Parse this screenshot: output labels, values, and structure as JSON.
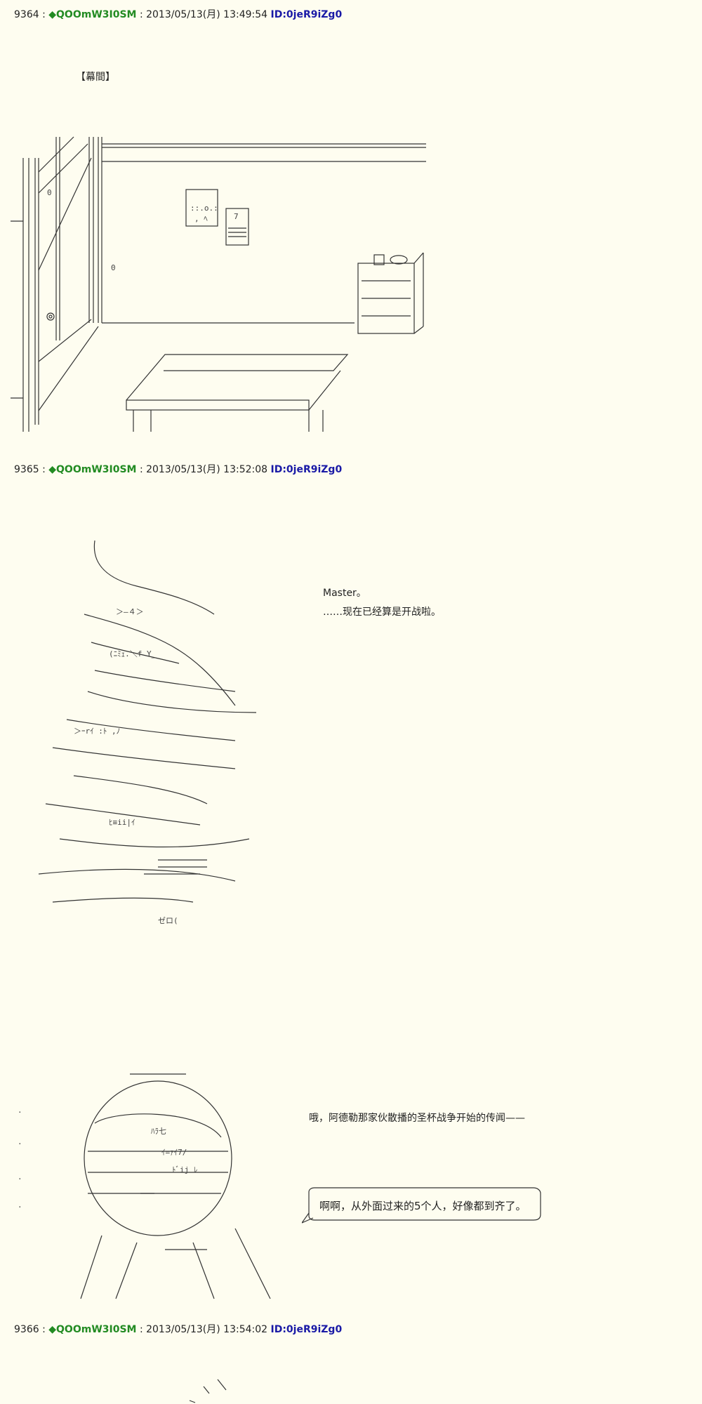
{
  "posts": [
    {
      "number": "9364 :",
      "name": "QOOmW3I0SM",
      "date": ": 2013/05/13(月) 13:49:54",
      "uid": "ID:0jeR9iZg0",
      "scene_label": "【幕間】"
    },
    {
      "number": "9365 :",
      "name": "QOOmW3I0SM",
      "date": ": 2013/05/13(月) 13:52:08",
      "uid": "ID:0jeR9iZg0",
      "dialogue": [
        "Master。",
        "……现在已经算是开战啦。"
      ],
      "dialogue2": "哦，阿德勒那家伙散播的圣杯战争开始的传闻——",
      "bubble_text": "啊啊，从外面过来的5个人，好像都到齐了。"
    },
    {
      "number": "9366 :",
      "name": "QOOmW3I0SM",
      "date": ": 2013/05/13(月) 13:54:02",
      "uid": "ID:0jeR9iZg0"
    }
  ],
  "icons": {
    "name_marker": "◆"
  },
  "colors": {
    "background": "#fefdf0",
    "name": "#228b22",
    "uid": "#1a1aa6"
  }
}
